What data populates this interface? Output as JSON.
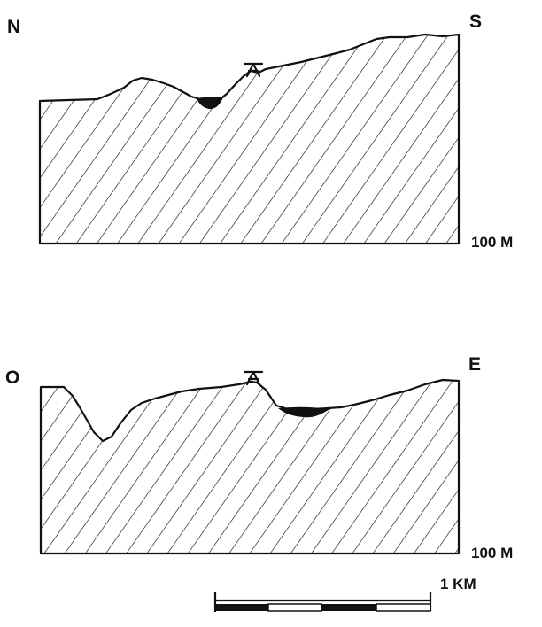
{
  "profile_north_south": {
    "start_label": "N",
    "end_label": "S",
    "depth_label": "100 M"
  },
  "profile_west_east": {
    "start_label": "O",
    "end_label": "E",
    "depth_label": "100 M"
  },
  "scale_bar": {
    "label": "1 KM"
  },
  "colors": {
    "ink": "#111111",
    "background": "#ffffff"
  }
}
